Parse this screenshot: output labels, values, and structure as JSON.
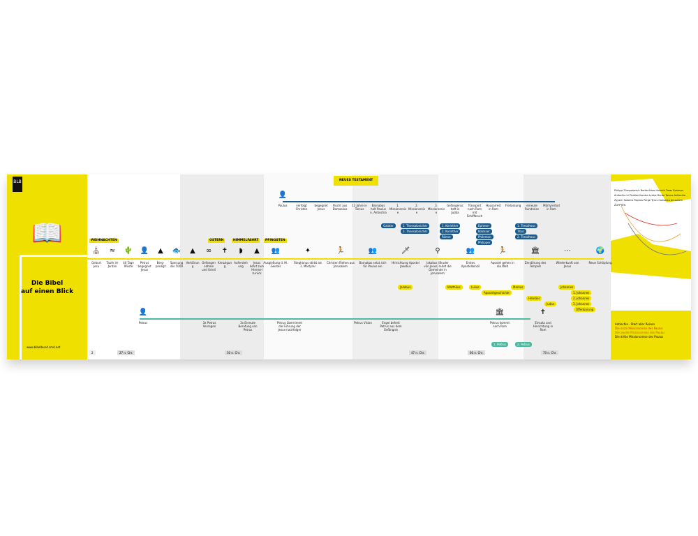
{
  "cover": {
    "logo": "BLB",
    "title_line1": "Die Bibel",
    "title_line2": "auf einen Blick",
    "url": "www.bibelbund.cmd.net",
    "page_num": "2"
  },
  "headings": {
    "christmas": "WEIHNACHTEN",
    "easter": "OSTERN",
    "ascension": "HIMMELFAHRT",
    "pentecost": "PFINGSTEN",
    "nt": "NEUES TESTAMENT"
  },
  "jesus_events": [
    "Geburt Jesu",
    "Taufe im Jordan",
    "40 Tage Wüste",
    "Petrus begegnet Jesus",
    "Berg-predigt",
    "Speisung der 5000",
    "Verklärung",
    "Gefangennahme und Urteil",
    "Kreuzigung",
    "Auferstehung",
    "Jesus kehrt zum Himmel zurück"
  ],
  "church_events": [
    "Ausgießung d. Hl. Geistes",
    "Stephanus stirbt als 1. Märtyrer",
    "Christen fliehen aus Jerusalem",
    "Barnabas setzt sich für Paulus ein",
    "Hinrichtung Apostel Jakobus",
    "Jakobus (Bruder von Jesus) leitet die Gemeinde in Jerusalem",
    "Erstes Apostelkonzil",
    "Apostel gehen in die Welt",
    "Zerstörung des Tempels",
    "Wiederkunft von Jesus",
    "Neue Schöpfung"
  ],
  "paulus_events": [
    "Paulus",
    "verfolgt Christen",
    "begegnet Jesus",
    "Flucht aus Damaskus",
    "13 Jahre in Tarsus",
    "Barnabas holt Paulus n. Antiochia",
    "1. Missionsreise",
    "2. Missionsreise",
    "3. Missionsreise",
    "Gefangenschaft in Judäa",
    "Transport nach Rom mit Schiffbruch",
    "Hausarrest in Rom",
    "Freilassung",
    "erneute Rundreise",
    "Märtyrertod in Rom"
  ],
  "petrus_events": [
    "Petrus",
    "3x Petrus Versagen",
    "3x Erneute Berufung von Petrus",
    "Petrus übernimmt die Führung der Jesus-nachfolger",
    "Petrus Vision",
    "Engel befreit Petrus aus dem Gefängnis",
    "Petrus kommt nach Rom",
    "Einsatz und Hinrichtung in Rom"
  ],
  "letters_blue": [
    "Galater",
    "1. Thessalonicher",
    "2. Thessalonicher",
    "1. Korinther",
    "2. Korinther",
    "Römer",
    "Epheser",
    "Kolosser",
    "Philemon",
    "Philipper",
    "1. Timotheus",
    "Titus",
    "2. Timotheus"
  ],
  "letters_yellow": [
    "Jakobus",
    "Matthäus",
    "Lukas",
    "Apostelgeschichte",
    "Markus",
    "Hebräer",
    "Judas",
    "Johannes",
    "1. Johannes",
    "2. Johannes",
    "3. Johannes",
    "Offenbarung"
  ],
  "letters_teal": [
    "1. Petrus",
    "2. Petrus"
  ],
  "dates": [
    "27 n. Chr.",
    "30 n. Chr.",
    "47 n. Chr.",
    "60 n. Chr.",
    "70 n. Chr."
  ],
  "map": {
    "legend": [
      "Antiochia - Start aller Reisen",
      "Die erste Missionsreise des Paulus",
      "Die zweite Missionsreise des Paulus",
      "Die dritte Missionsreise des Paulus"
    ],
    "cities": [
      "Philippi",
      "Thessalonich",
      "Beröa",
      "Athen",
      "Korinth",
      "Troas",
      "Ephesus",
      "Antiochia in Pisidien",
      "Ikonion",
      "Lystra",
      "Derbe",
      "Tarsus",
      "Antiochia",
      "Zypern",
      "Salamis",
      "Paphos",
      "Perge",
      "Tyrus",
      "Caesarea",
      "Jerusalem",
      "ÄGYPTEN"
    ]
  },
  "colors": {
    "yellow": "#f0e000",
    "blue": "#1d5a8a",
    "teal": "#4cb9a0",
    "red": "#e0302a",
    "orange": "#f0a030",
    "grey": "#777777"
  }
}
